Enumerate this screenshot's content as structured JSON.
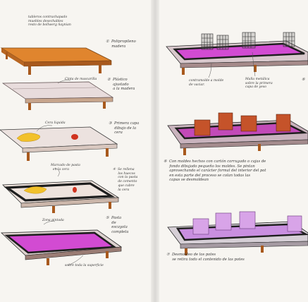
{
  "left_notes": {
    "header": "tableros contrachapado\nmuebles desechables\nresto de bollwerg ñaynian",
    "step1": "①  Polipropileno\n     madera",
    "step2_label": "Cinta de mascarilla",
    "step2": "②  Plástico\n     ajustado\n     a la madera",
    "step3_label": "Cera liquida",
    "step3": "③  Primera capa\n     dibujo de la\n     cera",
    "step4_label": "Marcado de pasta\n  en la cera",
    "step4": "④  Se rellena\n     los huecos\n     con la pasta\n     de cemento\n     que cubre\n     la cera",
    "step5_label": "Zona pintada",
    "step5": "⑤  Pasta\n     de\n     escayola\n     completa",
    "step5_caption": "sobre toda la superficie"
  },
  "right_notes": {
    "label_a": "contramolde a molde\nde vaciar.",
    "label_b": "Malla metálica\nsobre la primera\ncapa de yeso",
    "label_c": "⑥",
    "step6": "⑥  Con moldes hechos con cartón corrugado o cajas de\n     fondo dibujado pequeño los moldes. Se pintan\n     aprovechando el carácter formal del interior del pot\n     en esta parte del proceso se colan todas las\n     capas se desmoldean",
    "step7": "⑦  Desmoldeo de los potes\n     se retira todo el contenido de las potes"
  },
  "colors": {
    "wood": "#e0852e",
    "wood_dark": "#a8591d",
    "board": "#e6dcd8",
    "wax_yellow": "#f2c12b",
    "red": "#d0331f",
    "pink": "#d24bd2",
    "lavender": "#c98fe0",
    "rust": "#c5532a",
    "frame": "#2b2b2b"
  }
}
